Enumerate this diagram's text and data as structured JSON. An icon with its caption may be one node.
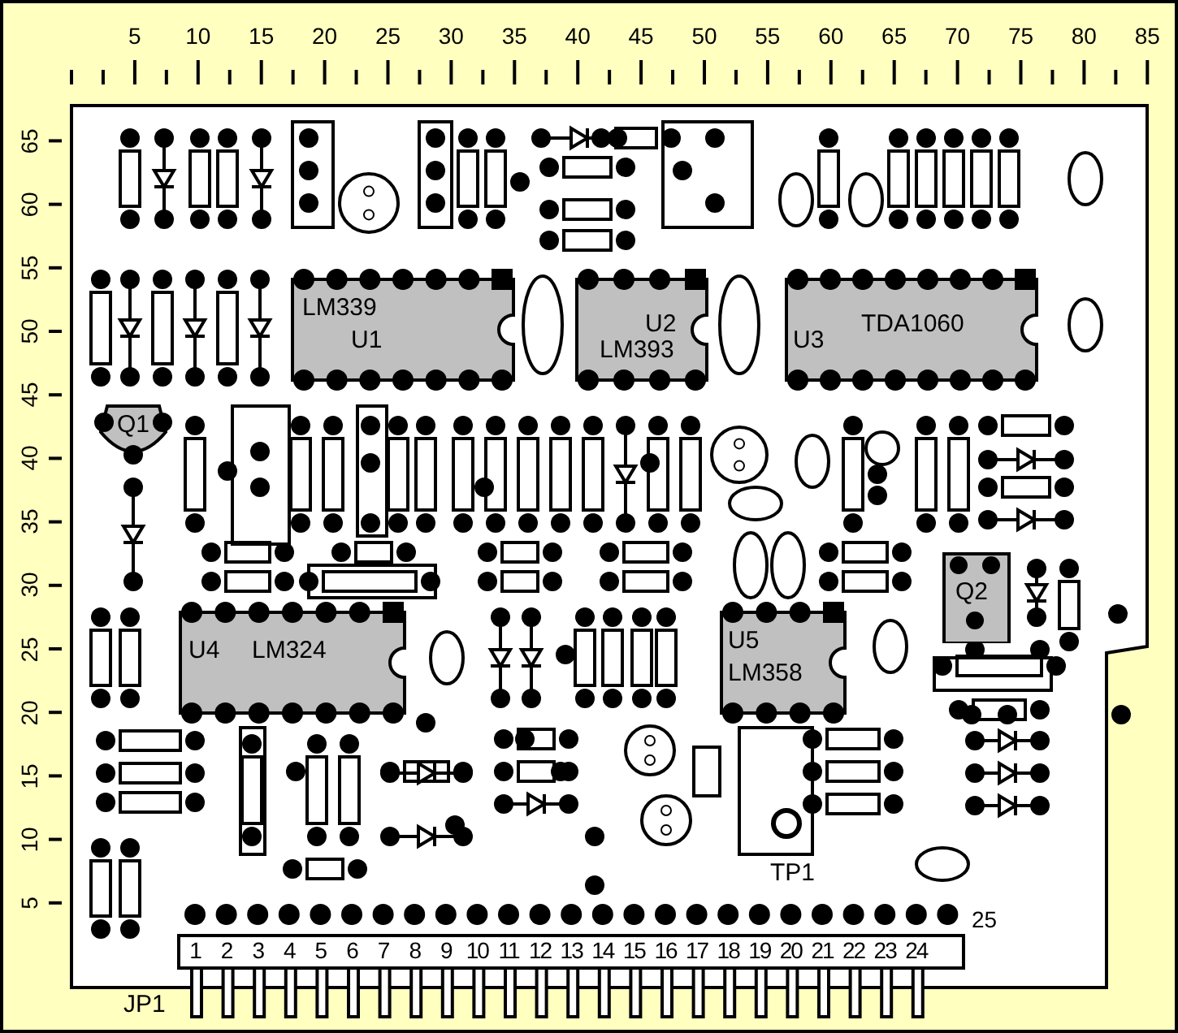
{
  "diagram": {
    "nodes": [
      {
        "text": [
          "LM339",
          "U1"
        ]
      },
      {
        "text": [
          "U2",
          "LM393"
        ]
      },
      {
        "text": [
          "U3",
          "TDA1060"
        ]
      },
      {
        "text": [
          "Q1"
        ]
      },
      {
        "text": [
          "U4",
          "LM324"
        ]
      },
      {
        "text": [
          "U5",
          "LM358"
        ]
      },
      {
        "text": [
          "Q2"
        ]
      },
      {
        "text": [
          "JP1"
        ]
      }
    ],
    "edges": [],
    "labels": [
      "5",
      "10",
      "15",
      "20",
      "25",
      "30",
      "35",
      "40",
      "45",
      "50",
      "55",
      "60",
      "65",
      "70",
      "75",
      "80",
      "85",
      "65",
      "60",
      "55",
      "50",
      "45",
      "40",
      "35",
      "30",
      "25",
      "20",
      "15",
      "10",
      "5",
      "TP1",
      "1",
      "2",
      "3",
      "4",
      "5",
      "6",
      "7",
      "8",
      "9",
      "10",
      "11",
      "12",
      "13",
      "14",
      "15",
      "16",
      "17",
      "18",
      "19",
      "20",
      "21",
      "22",
      "23",
      "24",
      "25"
    ]
  }
}
